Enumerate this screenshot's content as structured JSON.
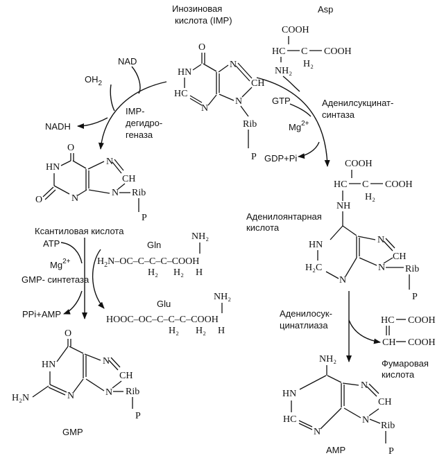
{
  "colors": {
    "ink": "#111111",
    "background": "#ffffff"
  },
  "labels": {
    "imp_title1": "Инозиновая",
    "imp_title2": "кислота (IMP)",
    "asp": "Asp",
    "nad": "NAD",
    "nadh": "NADH",
    "oh2": "OH",
    "imp_dh1": "IMP-",
    "imp_dh2": "дегидро-",
    "imp_dh3": "геназа",
    "gtp": "GTP",
    "mg_right": "Mg",
    "gdp_pi": "GDP+Pi",
    "adsucc_synth1": "Аденилсукцинат-",
    "adsucc_synth2": "синтаза",
    "xanth_acid": "Ксантиловая кислота",
    "atp": "ATP",
    "mg_left": "Mg",
    "gmp_synth": "GMP- синтетаза",
    "ppi_amp": "PPi+AMP",
    "gln": "Gln",
    "glu": "Glu",
    "adsucc_acid1": "Аденилоянтарная",
    "adsucc_acid2": "кислота",
    "adsucc_lyase1": "Аденилосук-",
    "adsucc_lyase2": "цинатлиаза",
    "fumar1": "Фумаровая",
    "fumar2": "кислота",
    "gmp": "GMP",
    "amp": "AMP",
    "charge_2plus": "2+"
  },
  "atoms": {
    "O": "O",
    "N": "N",
    "NH": "NH",
    "HN": "HN",
    "HC": "HC",
    "CH": "CH",
    "H2C": "H₂C",
    "H2N": "H₂N",
    "NH2": "NH₂",
    "H2": "H₂",
    "H": "H",
    "C": "C",
    "Rib": "Rib",
    "P": "P",
    "COOH": "COOH",
    "HC_chain": "HC",
    "H2N_O_C": "H₂N–OC–C",
    "HOOC_OC_C": "HOOC–OC–C",
    "dash": "–"
  }
}
